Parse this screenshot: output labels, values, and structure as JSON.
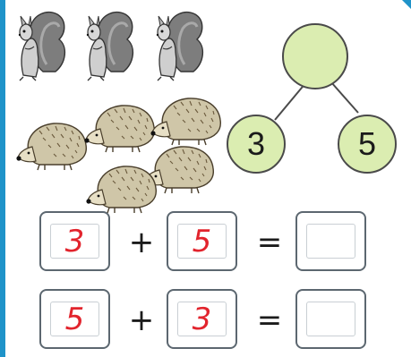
{
  "colors": {
    "frame": "#1f93c9",
    "bond_fill": "#dbedb1",
    "bond_stroke": "#4a4a4a",
    "digit_red": "#e2242d"
  },
  "pictures": {
    "squirrel_count": 3,
    "hedgehog_count": 5,
    "squirrel_icon": "squirrel-icon",
    "hedgehog_icon": "hedgehog-icon"
  },
  "number_bond": {
    "whole": "",
    "part_left": "3",
    "part_right": "5"
  },
  "equations": [
    {
      "a": "3",
      "op": "+",
      "b": "5",
      "eq": "=",
      "answer": ""
    },
    {
      "a": "5",
      "op": "+",
      "b": "3",
      "eq": "=",
      "answer": ""
    }
  ]
}
